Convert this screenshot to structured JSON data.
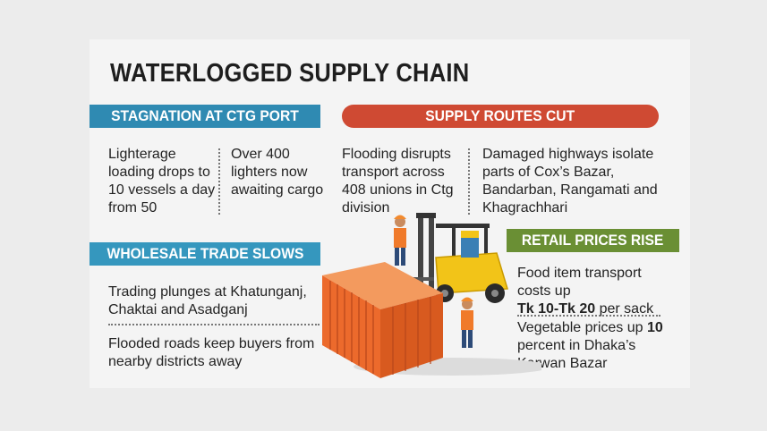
{
  "title": "WATERLOGGED SUPPLY CHAIN",
  "sections": {
    "port": {
      "heading": "STAGNATION AT CTG PORT",
      "col1": "Lighterage loading drops to 10 vessels a day from 50",
      "col2": "Over 400 lighters now awaiting cargo"
    },
    "routes": {
      "heading": "SUPPLY ROUTES CUT",
      "col1": "Flooding disrupts transport across 408 unions in Ctg division",
      "col2": "Damaged highways isolate parts of Cox’s Bazar, Bandarban, Rangamati and Khagrachhari"
    },
    "wholesale": {
      "heading": "WHOLESALE TRADE SLOWS",
      "item1": "Trading plunges at Khatunganj, Chaktai and Asadganj",
      "item2": "Flooded roads keep buyers from nearby districts away"
    },
    "retail": {
      "heading": "RETAIL PRICES RISE",
      "item1_pre": "Food item transport costs up",
      "item1_bold": "Tk 10-Tk 20",
      "item1_post": "per sack",
      "item2_pre": "Vegetable prices up",
      "item2_bold": "10",
      "item2_post": "percent in Dhaka’s Karwan Bazar"
    }
  },
  "colors": {
    "blue": "#2f8ab2",
    "red": "#cf4a33",
    "green": "#6a8f34",
    "container": "#ec6a2c",
    "forklift": "#f2c418"
  },
  "illustration": {
    "icon": "shipping-container-forklift-workers-icon"
  }
}
